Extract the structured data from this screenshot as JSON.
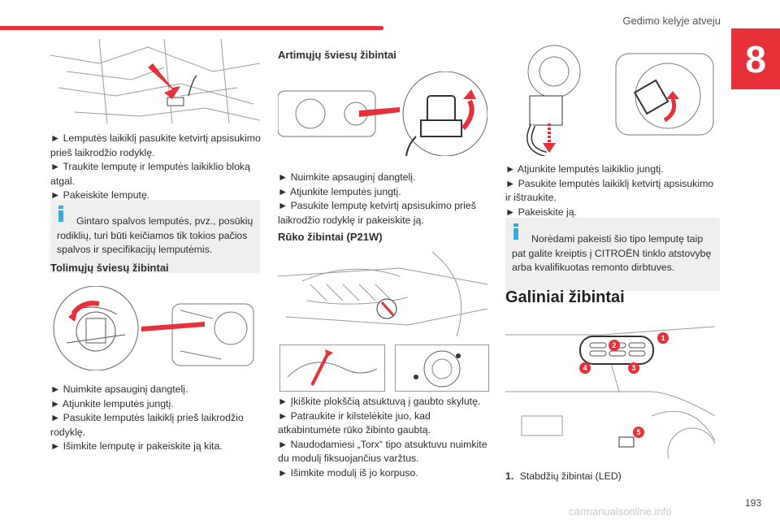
{
  "header": {
    "section_title": "Gedimo kelyje atveju",
    "chapter": "8"
  },
  "left": {
    "steps_1": [
      "► Lemputės laikiklį pasukite ketvirtį apsisukimo prieš laikrodžio rodyklę.",
      "► Traukite lemputę ir lemputės laikiklio bloką atgal.",
      "► Pakeiskite lemputę."
    ],
    "note": "Gintaro spalvos lemputės, pvz., posūkių rodiklių, turi būti keičiamos tik tokios pačios spalvos ir specifikacijų lemputėmis.",
    "heading": "Tolimųjų šviesų žibintai",
    "steps_2": [
      "► Nuimkite apsauginį dangtelį.",
      "► Atjunkite lemputės jungtį.",
      "► Pasukite lemputės laikiklį prieš laikrodžio rodyklę.",
      "► Išimkite lemputę ir pakeiskite ją kita."
    ]
  },
  "middle": {
    "heading_1": "Artimųjų šviesų žibintai",
    "steps_1": [
      "► Nuimkite apsauginį dangtelį.",
      "► Atjunkite lemputės jungtį.",
      "► Pasukite lemputę ketvirtį apsisukimo prieš laikrodžio rodyklę ir pakeiskite ją."
    ],
    "heading_2": "Rūko žibintai (P21W)",
    "steps_2": [
      "► Įkiškite plokščią atsuktuvą į gaubto skylutę.",
      "► Patraukite ir kilstelėkite juo, kad atkabintumėte rūko žibinto gaubtą.",
      "► Naudodamiesi „Torx“ tipo atsuktuvu nuimkite du modulį fiksuojančius varžtus.",
      "► Išimkite modulį iš jo korpuso."
    ]
  },
  "right": {
    "steps_1": [
      "► Atjunkite lemputės laikiklio jungtį.",
      "► Pasukite lemputės laikiklį ketvirtį apsisukimo ir ištraukite.",
      "► Pakeiskite ją."
    ],
    "note": "Norėdami pakeisti šio tipo lemputę taip pat galite kreiptis į CITROËN tinklo atstovybę arba kvalifikuotas remonto dirbtuves.",
    "heading": "Galiniai žibintai",
    "callouts": [
      "1",
      "2",
      "3",
      "4",
      "5"
    ],
    "list_item_num": "1.",
    "list_item_text": "Stabdžių žibintai (LED)"
  },
  "footer": {
    "page_number": "193",
    "watermark": "carmanualsonline.info"
  },
  "colors": {
    "accent": "#e8303a",
    "info_blue": "#3aa9e0",
    "note_bg": "#efeff0"
  }
}
